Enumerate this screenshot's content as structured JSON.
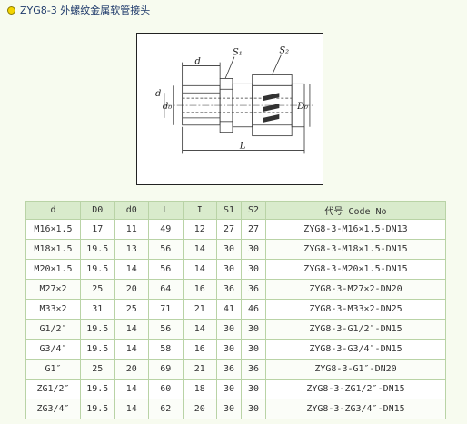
{
  "page": {
    "title": "ZYG8-3 外螺纹金属软管接头"
  },
  "drawing": {
    "labels": {
      "d_top": "d",
      "s1": "S₁",
      "s2": "S₂",
      "d0": "d₀",
      "d_left": "d",
      "D0": "D₀",
      "L": "L"
    }
  },
  "table": {
    "headers": [
      "d",
      "D0",
      "d0",
      "L",
      "I",
      "S1",
      "S2",
      "代号 Code No"
    ],
    "rows": [
      [
        "M16×1.5",
        "17",
        "11",
        "49",
        "12",
        "27",
        "27",
        "ZYG8-3-M16×1.5-DN13"
      ],
      [
        "M18×1.5",
        "19.5",
        "13",
        "56",
        "14",
        "30",
        "30",
        "ZYG8-3-M18×1.5-DN15"
      ],
      [
        "M20×1.5",
        "19.5",
        "14",
        "56",
        "14",
        "30",
        "30",
        "ZYG8-3-M20×1.5-DN15"
      ],
      [
        "M27×2",
        "25",
        "20",
        "64",
        "16",
        "36",
        "36",
        "ZYG8-3-M27×2-DN20"
      ],
      [
        "M33×2",
        "31",
        "25",
        "71",
        "21",
        "41",
        "46",
        "ZYG8-3-M33×2-DN25"
      ],
      [
        "G1/2″",
        "19.5",
        "14",
        "56",
        "14",
        "30",
        "30",
        "ZYG8-3-G1/2″-DN15"
      ],
      [
        "G3/4″",
        "19.5",
        "14",
        "58",
        "16",
        "30",
        "30",
        "ZYG8-3-G3/4″-DN15"
      ],
      [
        "G1″",
        "25",
        "20",
        "69",
        "21",
        "36",
        "36",
        "ZYG8-3-G1″-DN20"
      ],
      [
        "ZG1/2″",
        "19.5",
        "14",
        "60",
        "18",
        "30",
        "30",
        "ZYG8-3-ZG1/2″-DN15"
      ],
      [
        "ZG3/4″",
        "19.5",
        "14",
        "62",
        "20",
        "30",
        "30",
        "ZYG8-3-ZG3/4″-DN15"
      ]
    ]
  }
}
